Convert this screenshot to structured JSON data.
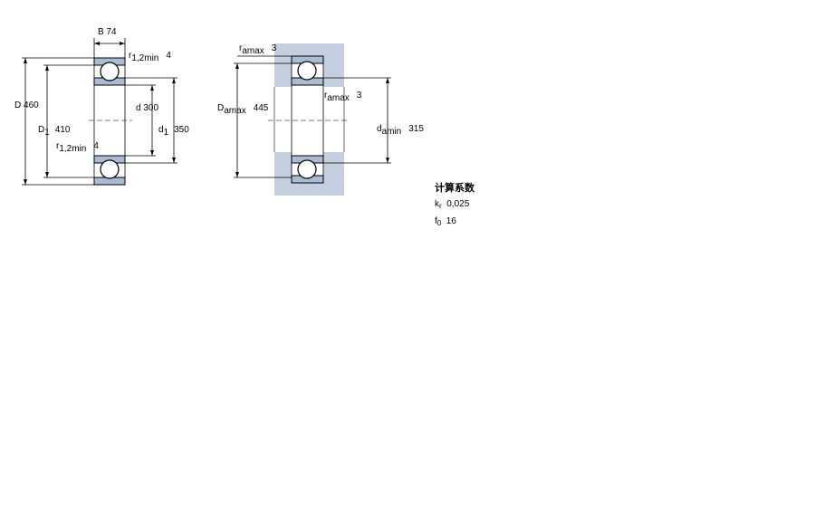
{
  "left_view": {
    "B": {
      "sym": "B",
      "value": "74"
    },
    "r_top": {
      "sym": "r",
      "sub": "1,2min",
      "value": "4"
    },
    "D": {
      "sym": "D",
      "value": "460"
    },
    "D1": {
      "sym": "D",
      "sub": "1",
      "value": "410"
    },
    "d": {
      "sym": "d",
      "value": "300"
    },
    "d1": {
      "sym": "d",
      "sub": "1",
      "value": "350"
    },
    "r_bottom": {
      "sym": "r",
      "sub": "1,2min",
      "value": "4"
    }
  },
  "right_view": {
    "ra_top": {
      "sym": "r",
      "sub": "amax",
      "value": "3"
    },
    "Da": {
      "sym": "D",
      "sub": "amax",
      "value": "445"
    },
    "ra_mid": {
      "sym": "r",
      "sub": "amax",
      "value": "3"
    },
    "da": {
      "sym": "d",
      "sub": "amin",
      "value": "315"
    }
  },
  "factors": {
    "title": "计算系数",
    "kr": {
      "sym": "k",
      "sub": "r",
      "value": "0,025"
    },
    "f0": {
      "sym": "f",
      "sub": "0",
      "value": "16"
    }
  },
  "colors": {
    "ring": "#aabcd2",
    "housing": "#c4d0df",
    "line": "#000000"
  }
}
